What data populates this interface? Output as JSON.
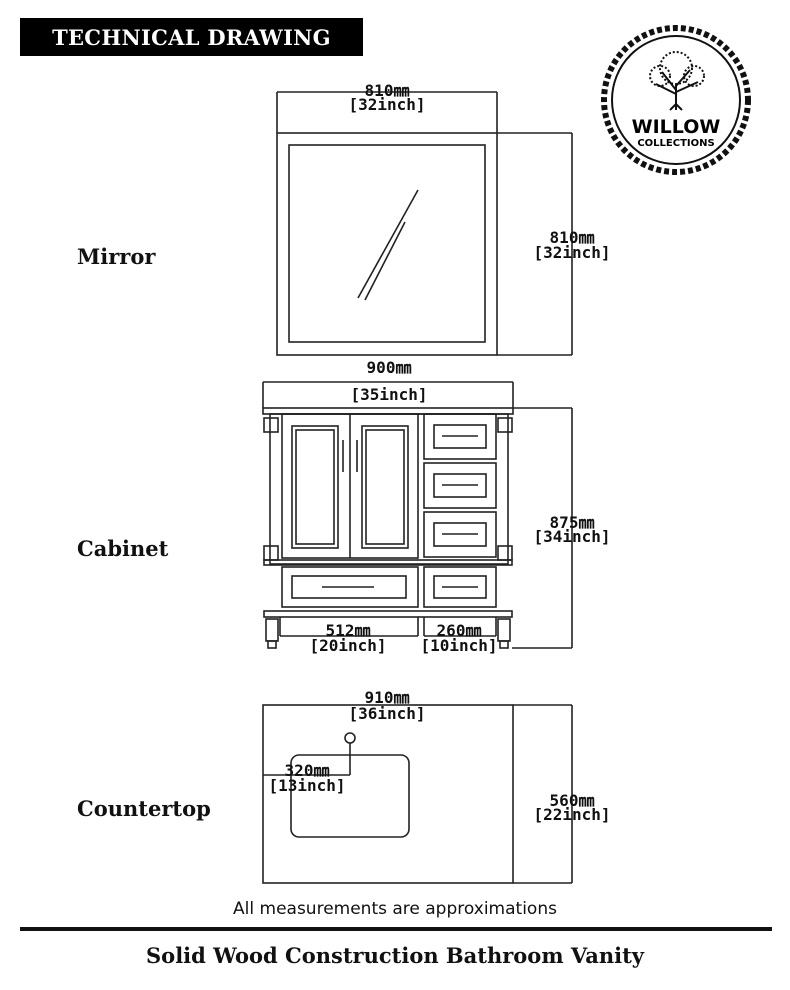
{
  "header": {
    "title": "TECHNICAL DRAWING"
  },
  "logo": {
    "line1": "WILLOW",
    "line2": "COLLECTIONS"
  },
  "sections": {
    "mirror": {
      "label": "Mirror",
      "width_mm": "810㎜",
      "width_in": "[32inch]",
      "height_mm": "810㎜",
      "height_in": "[32inch]"
    },
    "cabinet": {
      "label": "Cabinet",
      "width_mm": "900㎜",
      "width_in": "[35inch]",
      "height_mm": "875㎜",
      "height_in": "[34inch]",
      "left_mm": "512㎜",
      "left_in": "[20inch]",
      "right_mm": "260㎜",
      "right_in": "[10inch]"
    },
    "countertop": {
      "label": "Countertop",
      "width_mm": "910㎜",
      "width_in": "[36inch]",
      "depth_mm": "560㎜",
      "depth_in": "[22inch]",
      "sink_mm": "320㎜",
      "sink_in": "[13inch]"
    }
  },
  "note": "All measurements are approximations",
  "footer": {
    "title": "Solid Wood Construction Bathroom Vanity"
  }
}
